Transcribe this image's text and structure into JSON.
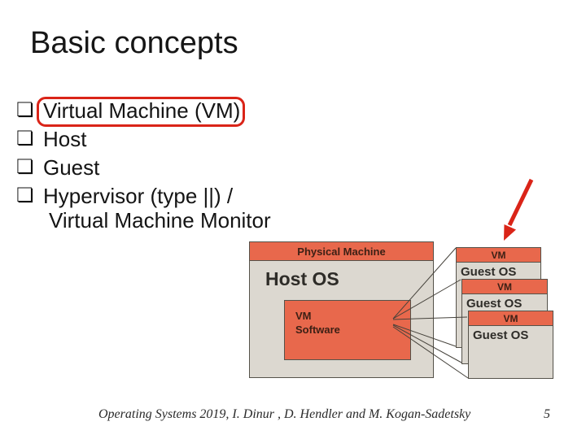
{
  "slide": {
    "title": "Basic concepts",
    "bullets": {
      "glyph": "❏",
      "items": [
        {
          "line1": "Virtual Machine (VM)"
        },
        {
          "line1": "Host"
        },
        {
          "line1": "Guest"
        },
        {
          "line1": "Hypervisor (type ||) /",
          "line2": "Virtual Machine Monitor"
        }
      ]
    },
    "footer": "Operating Systems 2019, I. Dinur , D. Hendler and M. Kogan-Sadetsky",
    "page_number": "5"
  },
  "diagram": {
    "physical_machine": {
      "header": "Physical Machine",
      "host_os_label": "Host OS",
      "vm_software_label": "VM\nSoftware"
    },
    "vms": [
      {
        "header": "VM",
        "os_label": "Guest OS"
      },
      {
        "header": "VM",
        "os_label": "Guest OS"
      },
      {
        "header": "VM",
        "os_label": "Guest OS"
      }
    ],
    "colors": {
      "accent_salmon": "#E8684C",
      "panel_gray": "#DCD8D0",
      "outline": "#55524A",
      "annotation_red": "#DA2418"
    }
  }
}
